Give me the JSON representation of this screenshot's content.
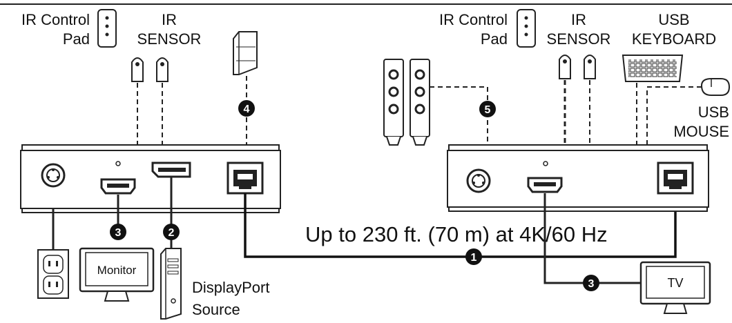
{
  "labels": {
    "ir_control_pad": [
      "IR Control",
      "Pad"
    ],
    "ir_sensor": [
      "IR",
      "SENSOR"
    ],
    "usb_keyboard": [
      "USB",
      "KEYBOARD"
    ],
    "usb_mouse": [
      "USB",
      "MOUSE"
    ],
    "cable_distance": "Up to 230 ft. (70 m) at 4K/60 Hz",
    "monitor": "Monitor",
    "tv": "TV",
    "displayport_source": [
      "DisplayPort",
      "Source"
    ]
  },
  "callouts": {
    "one": "1",
    "two": "2",
    "three": "3",
    "four": "4",
    "five": "5"
  }
}
